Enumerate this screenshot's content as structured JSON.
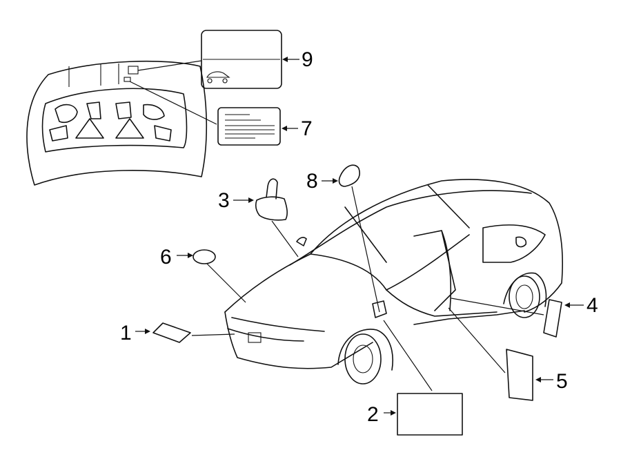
{
  "callouts": [
    {
      "id": "1",
      "number": "1",
      "part": "label-card"
    },
    {
      "id": "2",
      "number": "2",
      "part": "label-card"
    },
    {
      "id": "3",
      "number": "3",
      "part": "label-tag"
    },
    {
      "id": "4",
      "number": "4",
      "part": "label-card"
    },
    {
      "id": "5",
      "number": "5",
      "part": "label-card"
    },
    {
      "id": "6",
      "number": "6",
      "part": "emblem-label"
    },
    {
      "id": "7",
      "number": "7",
      "part": "label-card"
    },
    {
      "id": "8",
      "number": "8",
      "part": "label-oval"
    },
    {
      "id": "9",
      "number": "9",
      "part": "label-card"
    }
  ],
  "colors": {
    "line": "#111111",
    "background": "#ffffff"
  }
}
